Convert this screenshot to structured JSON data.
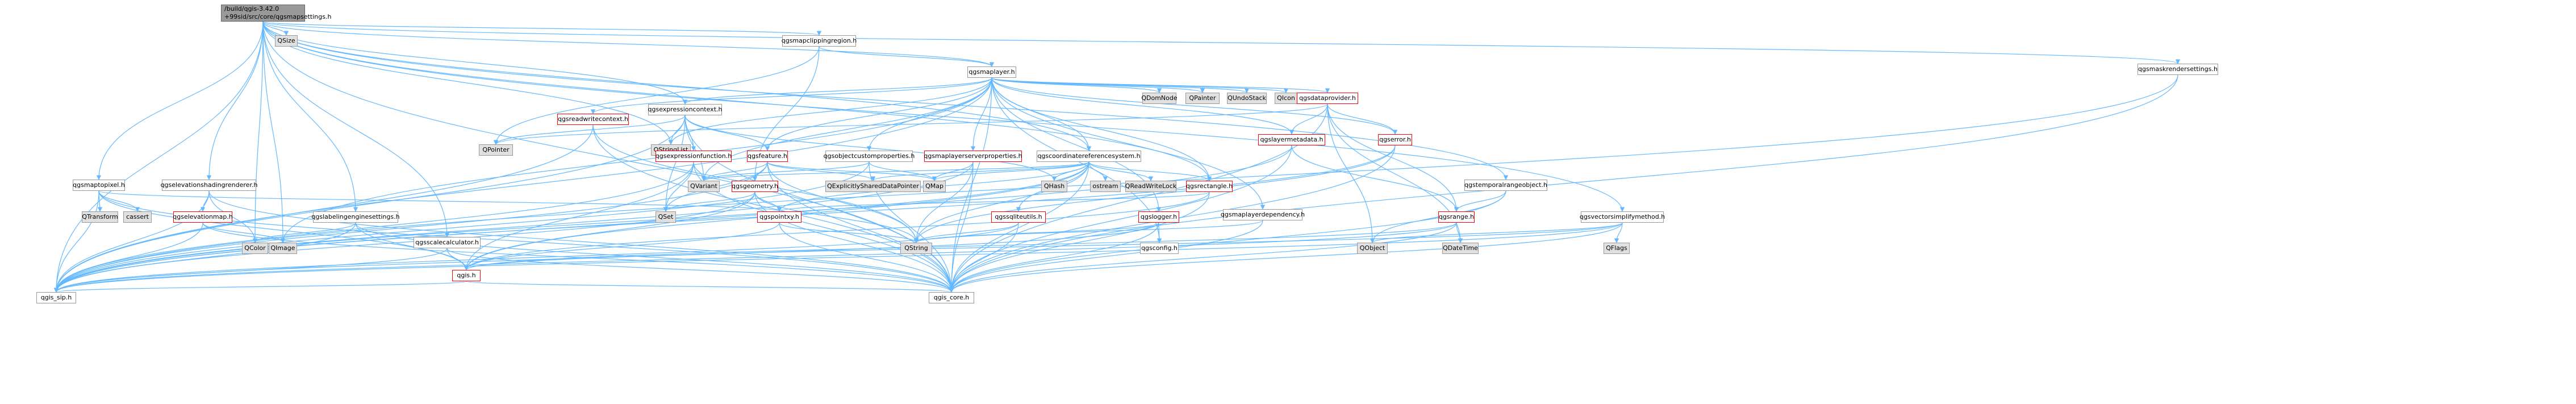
{
  "graph": {
    "root": {
      "line1": "/build/qgis-3.42.0",
      "line2": "+99sid/src/core/qgsmapsettings.h"
    },
    "nodes": {
      "qsize": "QSize",
      "qgsmapclippingregion": "qgsmapclippingregion.h",
      "qgsmaplayer": "qgsmaplayer.h",
      "qgsmaskrendersettings": "qgsmaskrendersettings.h",
      "qdomnode": "QDomNode",
      "qpainter": "QPainter",
      "qundostack": "QUndoStack",
      "qicon": "QIcon",
      "qgsdataprovider": "qgsdataprovider.h",
      "qgsreadwritecontext": "qgsreadwritecontext.h",
      "qgsexpressioncontext": "qgsexpressioncontext.h",
      "qgslayermetadata": "qgslayermetadata.h",
      "qgserror": "qgserror.h",
      "qpointer": "QPointer",
      "qstringlist": "QStringList",
      "qgsexpressionfunction": "qgsexpressionfunction.h",
      "qgsfeature": "qgsfeature.h",
      "qgsobjectcustomproperties": "qgsobjectcustomproperties.h",
      "qgsmaplayerserverproperties": "qgsmaplayerserverproperties.h",
      "qgscoordinatereferencesystem": "qgscoordinatereferencesystem.h",
      "qgsmaptopixel": "qgsmaptopixel.h",
      "qgselevationshadingrenderer": "qgselevationshadingrenderer.h",
      "qvariant": "QVariant",
      "qgsgeometry": "qgsgeometry.h",
      "qexplicitlyshareddatapointer": "QExplicitlySharedDataPointer",
      "qmap": "QMap",
      "qhash": "QHash",
      "ostream": "ostream",
      "qreadwritelock": "QReadWriteLock",
      "qgsrectangle": "qgsrectangle.h",
      "qgstemporalrangeobject": "qgstemporalrangeobject.h",
      "qtransform": "QTransform",
      "cassert": "cassert",
      "qgselevationmap": "qgselevationmap.h",
      "qgslabelingenginesettings": "qgslabelingenginesettings.h",
      "qgsscalecalculator": "qgsscalecalculator.h",
      "qset": "QSet",
      "qgspointxy": "qgspointxy.h",
      "qgssqliteutils": "qgssqliteutils.h",
      "qgslogger": "qgslogger.h",
      "qgsmaplayerdependency": "qgsmaplayerdependency.h",
      "qgsrange": "qgsrange.h",
      "qgsvectorsimplifymethod": "qgsvectorsimplifymethod.h",
      "qcolor": "QColor",
      "qimage": "QImage",
      "qgis_h": "qgis.h",
      "qstring": "QString",
      "qgsconfig": "qgsconfig.h",
      "qobject": "QObject",
      "qdatetime": "QDateTime",
      "qflags": "QFlags",
      "qgis_sip": "qgis_sip.h",
      "qgis_core": "qgis_core.h"
    }
  },
  "colors": {
    "edge": "#63b8ff",
    "red_border": "#ff0000",
    "root_fill": "#999999",
    "qt_fill": "#e0e0e0"
  }
}
